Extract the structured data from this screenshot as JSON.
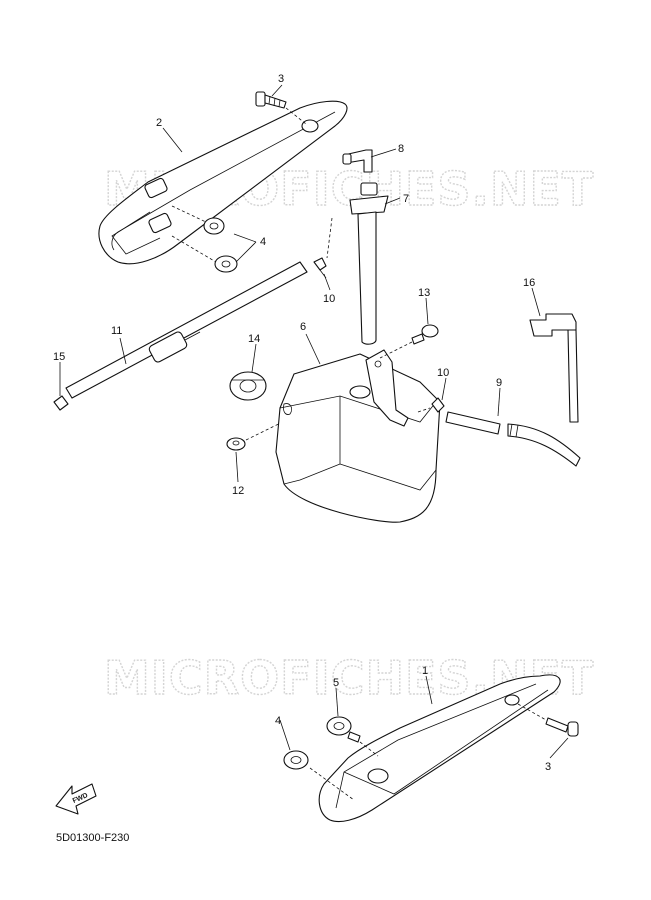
{
  "watermark": {
    "text": "MICROFICHES.NET"
  },
  "callouts": {
    "c1": "1",
    "c2": "2",
    "c3_top": "3",
    "c3_bottom": "3",
    "c4_top": "4",
    "c4_bottom": "4",
    "c5": "5",
    "c6": "6",
    "c7": "7",
    "c8": "8",
    "c9": "9",
    "c10_left": "10",
    "c10_right": "10",
    "c11": "11",
    "c12": "12",
    "c13": "13",
    "c14": "14",
    "c15": "15",
    "c16": "16"
  },
  "fwd_label": "FWD",
  "diagram_code": "5D01300-F230"
}
